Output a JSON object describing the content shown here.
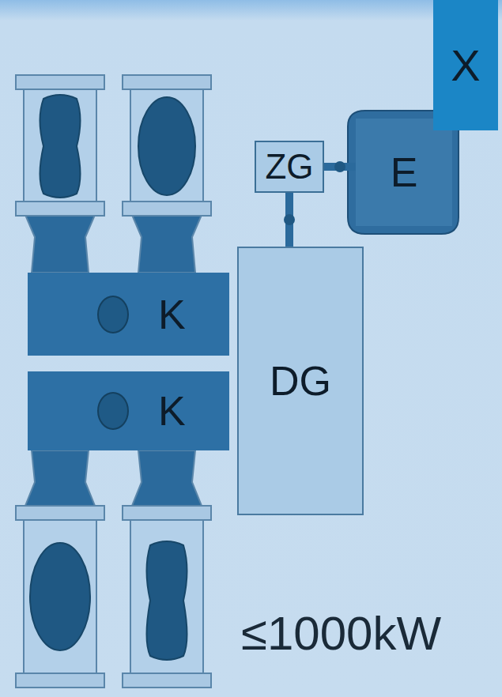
{
  "diagram": {
    "nodes": [
      {
        "text": [
          "X"
        ]
      },
      {
        "text": [
          "ZG"
        ]
      },
      {
        "text": [
          "E"
        ]
      },
      {
        "text": [
          "DG"
        ]
      },
      {
        "text": [
          "K"
        ]
      },
      {
        "text": [
          "K"
        ]
      }
    ],
    "edges": [
      {
        "from": 3,
        "to": 1,
        "arrow": "none"
      },
      {
        "from": 1,
        "to": 2,
        "arrow": "none"
      }
    ],
    "labels": [
      "≤1000kW"
    ]
  }
}
